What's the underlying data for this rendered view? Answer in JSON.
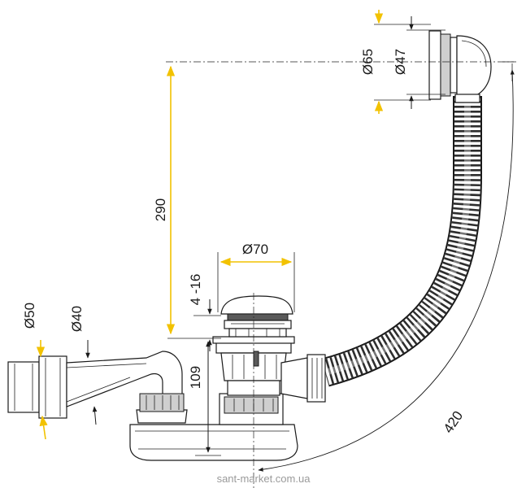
{
  "dimensions": {
    "overflow_outer_diameter": "Ø65",
    "overflow_inner_diameter": "Ø47",
    "height_to_overflow": "290",
    "plug_diameter": "Ø70",
    "plug_rise": "4 -16",
    "trap_height": "109",
    "outlet_outer_diameter": "Ø50",
    "outlet_inner_diameter": "Ø40",
    "hose_length": "420"
  },
  "watermark": "sant-market.com.ua",
  "colors": {
    "dimension_arrow": "#f2c200",
    "outline": "#1a1a1a"
  }
}
